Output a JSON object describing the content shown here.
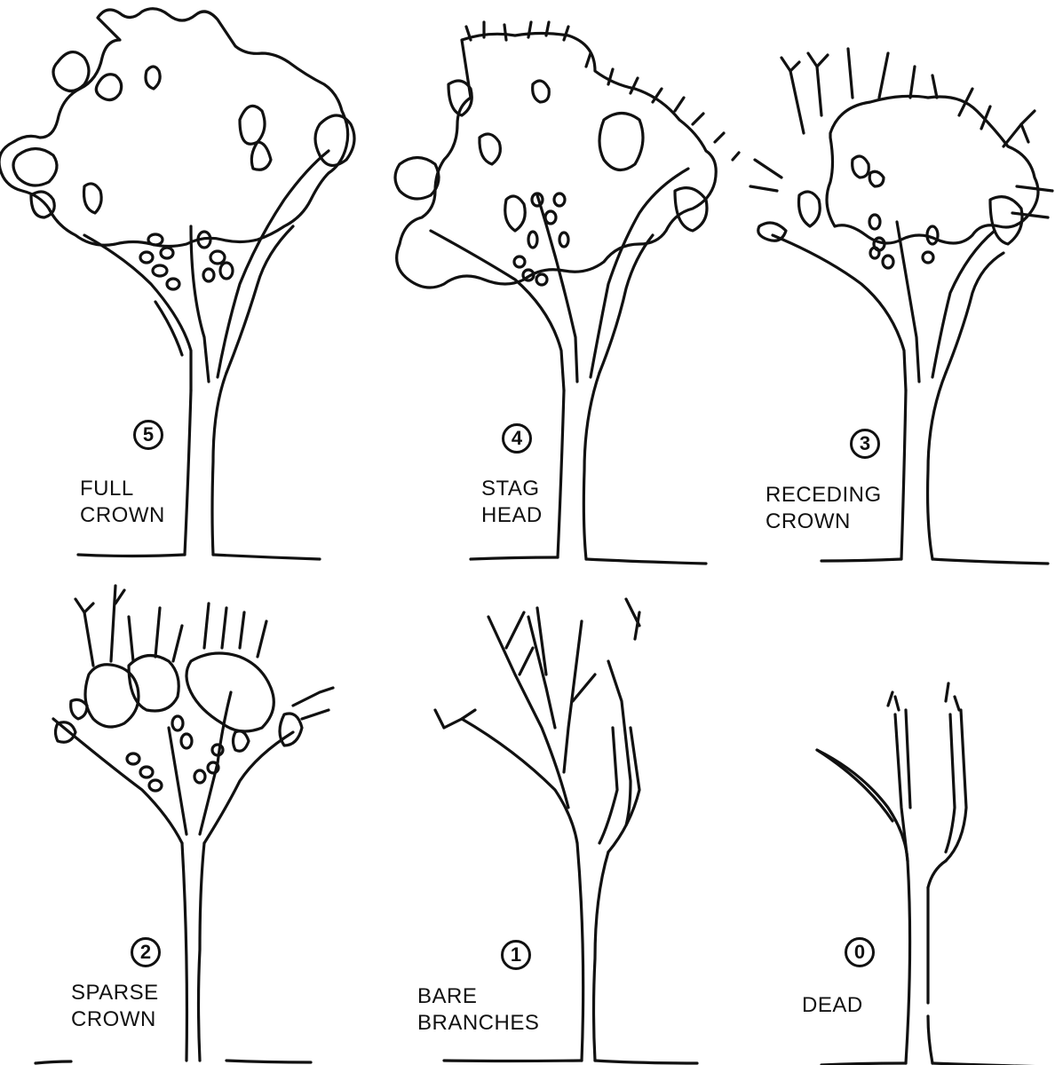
{
  "panels": [
    {
      "id": "p5",
      "rating": "5",
      "line1": "FULL",
      "line2": "CROWN",
      "crown": "full"
    },
    {
      "id": "p4",
      "rating": "4",
      "line1": "STAG",
      "line2": "HEAD",
      "crown": "stag"
    },
    {
      "id": "p3",
      "rating": "3",
      "line1": "RECEDING",
      "line2": "CROWN",
      "crown": "receding"
    },
    {
      "id": "p2",
      "rating": "2",
      "line1": "SPARSE",
      "line2": "CROWN",
      "crown": "sparse"
    },
    {
      "id": "p1",
      "rating": "1",
      "line1": "BARE",
      "line2": "BRANCHES",
      "crown": "bare"
    },
    {
      "id": "p0",
      "rating": "0",
      "line1": "DEAD",
      "line2": "",
      "crown": "dead"
    }
  ]
}
